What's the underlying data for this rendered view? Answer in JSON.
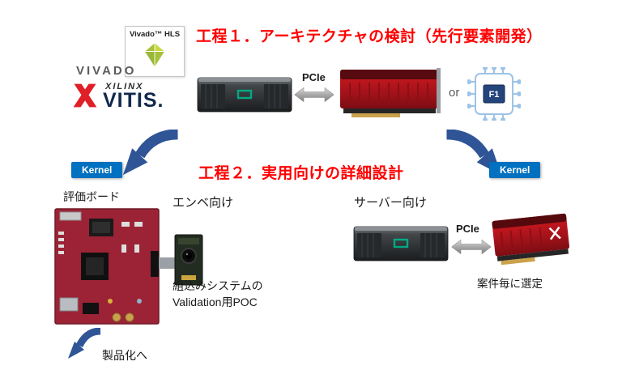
{
  "titles": {
    "process1": "工程１．アーキテクチャの検討（先行要素開発）",
    "process2": "工程２．実用向けの詳細設計"
  },
  "logos": {
    "vivado_hls": "Vivado™ HLS",
    "vivado": "VIVADO",
    "xilinx": "XILINX",
    "vitis": "VITIS."
  },
  "top": {
    "pcie": "PCIe",
    "or": "or",
    "f1": "F1"
  },
  "kernel": {
    "left": "Kernel",
    "right": "Kernel"
  },
  "bottom": {
    "eval_board": "評価ボード",
    "embedded": "エンベ向け",
    "server": "サーバー向け",
    "validation1": "組込みシステムの",
    "validation2": "Validation用POC",
    "pcie": "PCIe",
    "selection": "案件毎に選定",
    "productization": "製品化へ"
  },
  "colors": {
    "title_red": "#ff0000",
    "kernel_blue": "#0070c0",
    "arrow_blue": "#2f5597",
    "hpe_green": "#01a982"
  }
}
